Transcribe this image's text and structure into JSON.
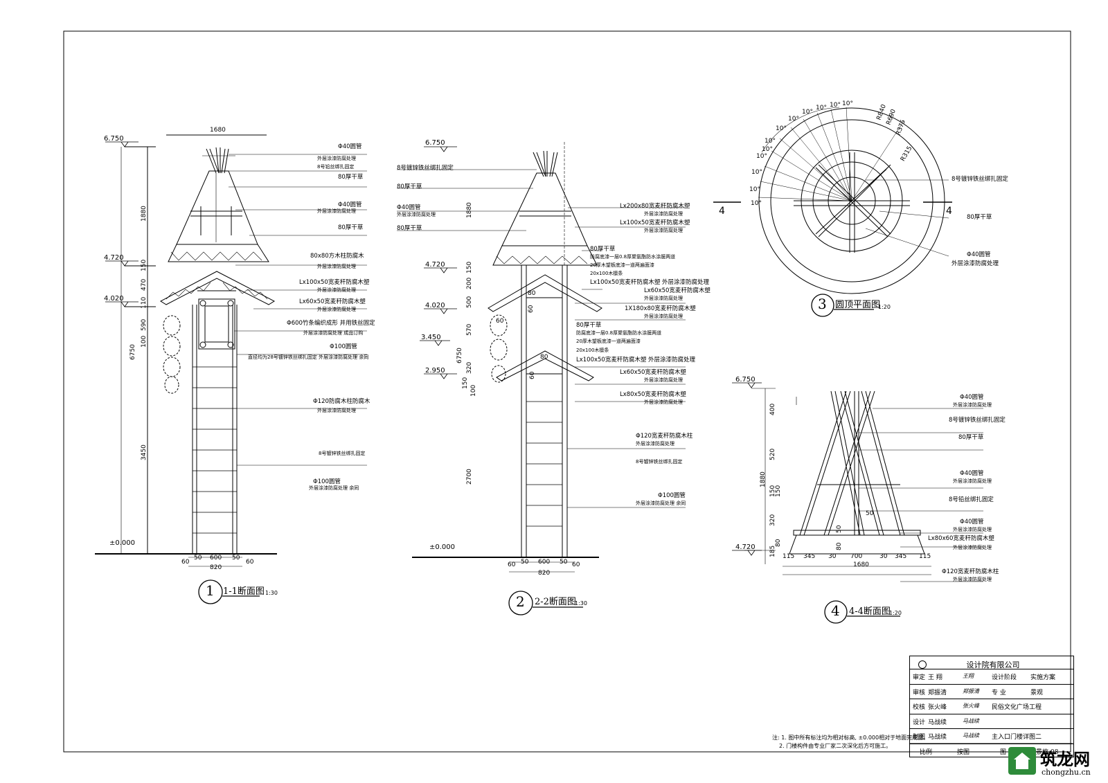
{
  "views": {
    "s1": {
      "title": "1-1断面图",
      "scale": "1:30",
      "num": "1",
      "levels": [
        "6.750",
        "4.720",
        "4.020",
        "±0.000"
      ],
      "top_dim": "1680",
      "vdims": [
        "1880",
        "150",
        "470",
        "110",
        "590",
        "100",
        "6750",
        "3450"
      ],
      "bottom_dims": [
        "60",
        "50",
        "600",
        "50",
        "60",
        "820"
      ],
      "annotations": [
        "Φ40圆管",
        "外层涂漆防腐处理",
        "8号铅丝绑扎固定",
        "80厚干草",
        "Φ40圆管",
        "外层涂漆防腐处理",
        "80厚干草",
        "80x80方木柱防腐木",
        "外层涂漆防腐处理",
        "Lx100x50宽麦秆防腐木塑",
        "外层涂漆防腐处理",
        "Lx60x50宽麦秆防腐木塑",
        "外层涂漆防腐处理",
        "Φ600竹条编织成形  并用铁丝固定",
        "外层涂漆防腐处理  成品订购",
        "Φ100圆管",
        "直径均为28号镀锌铁丝绑扎固定  外层涂漆防腐处理  余同",
        "Φ120防腐木柱防腐木",
        "外层涂漆防腐处理",
        "8号镀锌铁丝绑扎固定",
        "Φ100圆管",
        "外层涂漆防腐处理  余同"
      ]
    },
    "s2": {
      "title": "2-2断面图",
      "scale": "1:30",
      "num": "2",
      "levels": [
        "6.750",
        "4.720",
        "4.020",
        "3.450",
        "2.950",
        "±0.000"
      ],
      "vdims": [
        "1880",
        "150",
        "200",
        "500",
        "570",
        "6750",
        "320",
        "150",
        "100",
        "2700"
      ],
      "bottom_dims": [
        "60",
        "50",
        "600",
        "50",
        "60",
        "820"
      ],
      "left_annotations": [
        "8号镀锌铁丝绑扎固定",
        "80厚干草",
        "Φ40圆管",
        "外层涂漆防腐处理",
        "80厚干草"
      ],
      "right_annotations": [
        "Lx200x80宽麦秆防腐木塑",
        "外层涂漆防腐处理",
        "Lx100x50宽麦秆防腐木塑",
        "外层涂漆防腐处理",
        "80厚干草",
        "防腐底漆一层0.8厚聚氨酯防水涂膜两道",
        "20厚木望板底漆一道两遍面漆",
        "20x100木檩条",
        "Lx100x50宽麦秆防腐木塑 外层涂漆防腐处理",
        "Lx60x50宽麦秆防腐木塑",
        "外层涂漆防腐处理",
        "1X180x80宽麦秆防腐木塑",
        "外层涂漆防腐处理",
        "80厚干草",
        "防腐底漆一层0.8厚聚氨酯防水涂膜两道",
        "20厚木望板底漆一道两遍面漆",
        "20x100木檩条",
        "Lx100x50宽麦秆防腐木塑  外层涂漆防腐处理",
        "Lx60x50宽麦秆防腐木塑",
        "外层涂漆防腐处理",
        "Lx80x50宽麦秆防腐木塑",
        "外层涂漆防腐处理",
        "Φ120宽麦秆防腐木柱",
        "外层涂漆防腐处理",
        "8号镀锌铁丝绑扎固定",
        "Φ100圆管",
        "外层涂漆防腐处理  余同"
      ],
      "inner_dims": [
        "80",
        "60",
        "60",
        "80",
        "60"
      ]
    },
    "s3": {
      "title": "圆顶平面图",
      "scale": "1:20",
      "num": "3",
      "angles": [
        "10°",
        "10°",
        "10°",
        "10°",
        "10°",
        "10°",
        "10°",
        "10°",
        "10°",
        "10°",
        "10°",
        "10°"
      ],
      "radii": [
        "R840",
        "R690",
        "R375",
        "R315"
      ],
      "section_marks": [
        "4",
        "4"
      ],
      "annotations": [
        "8号镀锌铁丝绑扎固定",
        "80厚干草",
        "Φ40圆管",
        "外层涂漆防腐处理"
      ]
    },
    "s4": {
      "title": "4-4断面图",
      "scale": "1:20",
      "num": "4",
      "levels": [
        "6.750",
        "4.720"
      ],
      "vdims": [
        "400",
        "520",
        "1880",
        "150",
        "150",
        "320",
        "80",
        "185"
      ],
      "bottom_dims": [
        "115",
        "345",
        "30",
        "700",
        "30",
        "345",
        "115",
        "1680"
      ],
      "inner_dims": [
        "50",
        "50",
        "80"
      ],
      "annotations": [
        "Φ40圆管",
        "外层涂漆防腐处理",
        "8号镀锌铁丝绑扎固定",
        "80厚干草",
        "Φ40圆管",
        "外层涂漆防腐处理",
        "8号铅丝绑扎固定",
        "Φ40圆管",
        "外层涂漆防腐处理",
        "Lx80x60宽麦秆防腐木塑",
        "外层涂漆防腐处理",
        "Φ120宽麦秆防腐木柱",
        "外层涂漆防腐处理"
      ]
    }
  },
  "notes": {
    "line1": "注: 1. 图中所有标注均为相对标高, ±0.000相对于地面完成面。",
    "line2": "2. 门楼构件由专业厂家二次深化后方可施工。"
  },
  "title_block": {
    "company": "设计院有限公司",
    "rows": [
      {
        "role": "审定",
        "name": "王  翔",
        "sig": "王翔",
        "k": "设计阶段",
        "v": "实施方案"
      },
      {
        "role": "审核",
        "name": "郑振清",
        "sig": "郑振清",
        "k": "专  业",
        "v": "景观"
      },
      {
        "role": "校核",
        "name": "张火峰",
        "sig": "张火峰",
        "k": "民俗文化广场工程",
        "v": ""
      },
      {
        "role": "设计",
        "name": "马战续",
        "sig": "马战续",
        "k": "",
        "v": ""
      },
      {
        "role": "制图",
        "name": "马战续",
        "sig": "马战续",
        "k": "主入口门楼详图二",
        "v": ""
      }
    ],
    "bottom": {
      "k1": "比例",
      "k2": "按图",
      "k3": "图  号",
      "v3": "景施-08"
    }
  },
  "watermark": {
    "cn": "筑龙网",
    "en": "chongzhu.cn"
  },
  "colors": {
    "ink": "#000000",
    "paper": "#ffffff",
    "watermark_green": "#2e8b3a"
  }
}
